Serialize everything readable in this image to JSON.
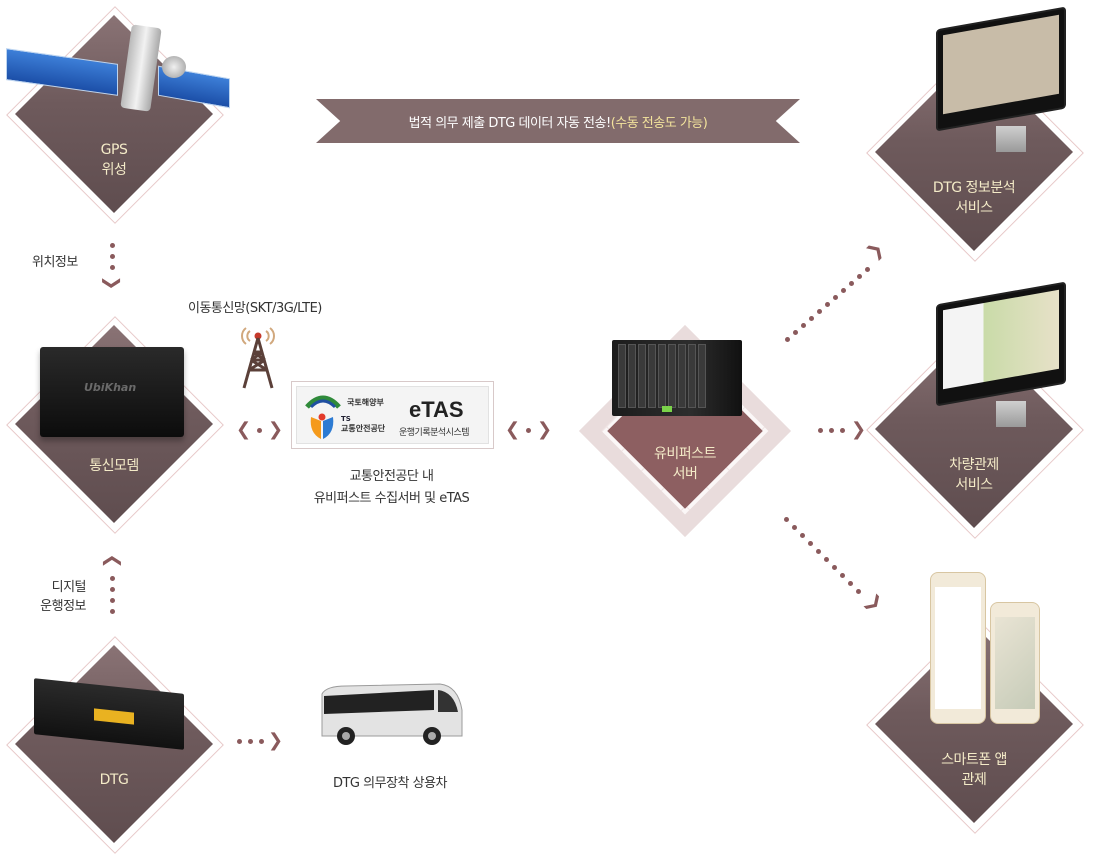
{
  "banner": {
    "text_main": "법적 의무 제출 DTG 데이터 자동 전송!",
    "text_highlight": "(수동 전송도 가능)"
  },
  "nodes": {
    "gps": {
      "line1": "GPS",
      "line2": "위성",
      "icon": "satellite-icon"
    },
    "modem": {
      "line1": "통신모뎀",
      "icon": "modem-icon",
      "device_brand": "UbiKhan"
    },
    "dtg": {
      "line1": "DTG",
      "icon": "dtg-device-icon"
    },
    "server": {
      "line1": "유비퍼스트",
      "line2": "서버",
      "icon": "server-rack-icon"
    },
    "analysis": {
      "line1": "DTG 정보분석",
      "line2": "서비스",
      "icon": "monitor-icon"
    },
    "control": {
      "line1": "차량관제",
      "line2": "서비스",
      "icon": "monitor-map-icon"
    },
    "smartphone": {
      "line1": "스마트폰 앱",
      "line2": "관제",
      "icon": "smartphone-icon"
    }
  },
  "labels": {
    "location": "위치정보",
    "digital_line1": "디지털",
    "digital_line2": "운행정보",
    "mobile_network": "이동통신망(SKT/3G/LTE)",
    "etas_caption_line1": "교통안전공단 내",
    "etas_caption_line2": "유비퍼스트 수집서버 및 eTAS",
    "bus_caption": "DTG 의무장착 상용차"
  },
  "etas": {
    "title": "eTAS",
    "subtitle": "운행기록분석시스템",
    "ministry": "국토해양부",
    "agency_mark": "TS",
    "agency": "교통안전공단"
  },
  "colors": {
    "diamond": "#6e5a5c",
    "arrow": "#8a5a5c",
    "label": "#f4ebc8",
    "banner": "#826b6c",
    "highlight": "#f3e39c"
  }
}
